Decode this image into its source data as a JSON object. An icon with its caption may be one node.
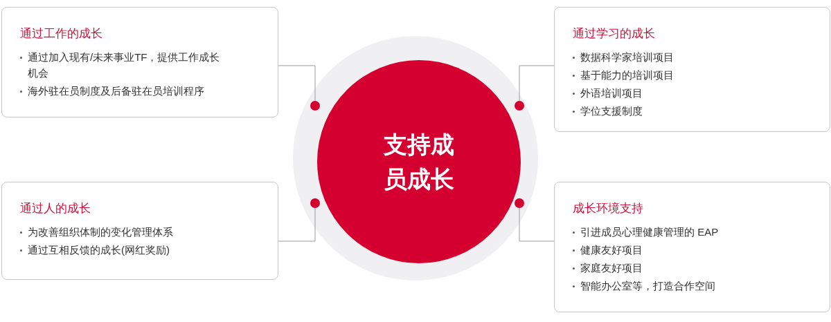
{
  "diagram": {
    "nodes": [
      {
        "text": [
          "通过工作的成长",
          "通过加入现有/未来事业TF，提供工作成长机会",
          "海外驻在员制度及后备驻在员培训程序"
        ]
      },
      {
        "text": [
          "通过学习的成长",
          "数据科学家培训项目",
          "基于能力的培训项目",
          "外语培训项目",
          "学位支援制度"
        ]
      },
      {
        "text": [],
        "shape": "circle"
      },
      {
        "text": [
          "支持成员成长"
        ],
        "in": 2
      },
      {
        "text": [
          "通过人的成长",
          "为改善组织体制的变化管理体系",
          "通过互相反馈的成长(网红奖励)"
        ]
      },
      {
        "text": [
          "成长环境支持",
          "引进成员心理健康管理的 EAP",
          "健康友好项目",
          "家庭友好项目",
          "智能办公室等，打造合作空间"
        ]
      }
    ],
    "edges": [
      {
        "from": 0,
        "to": 3,
        "arrow": "other"
      },
      {
        "from": 1,
        "to": 3,
        "arrow": "other"
      },
      {
        "from": 4,
        "to": 3,
        "arrow": "other"
      },
      {
        "from": 5,
        "to": 3,
        "arrow": "other"
      }
    ]
  }
}
